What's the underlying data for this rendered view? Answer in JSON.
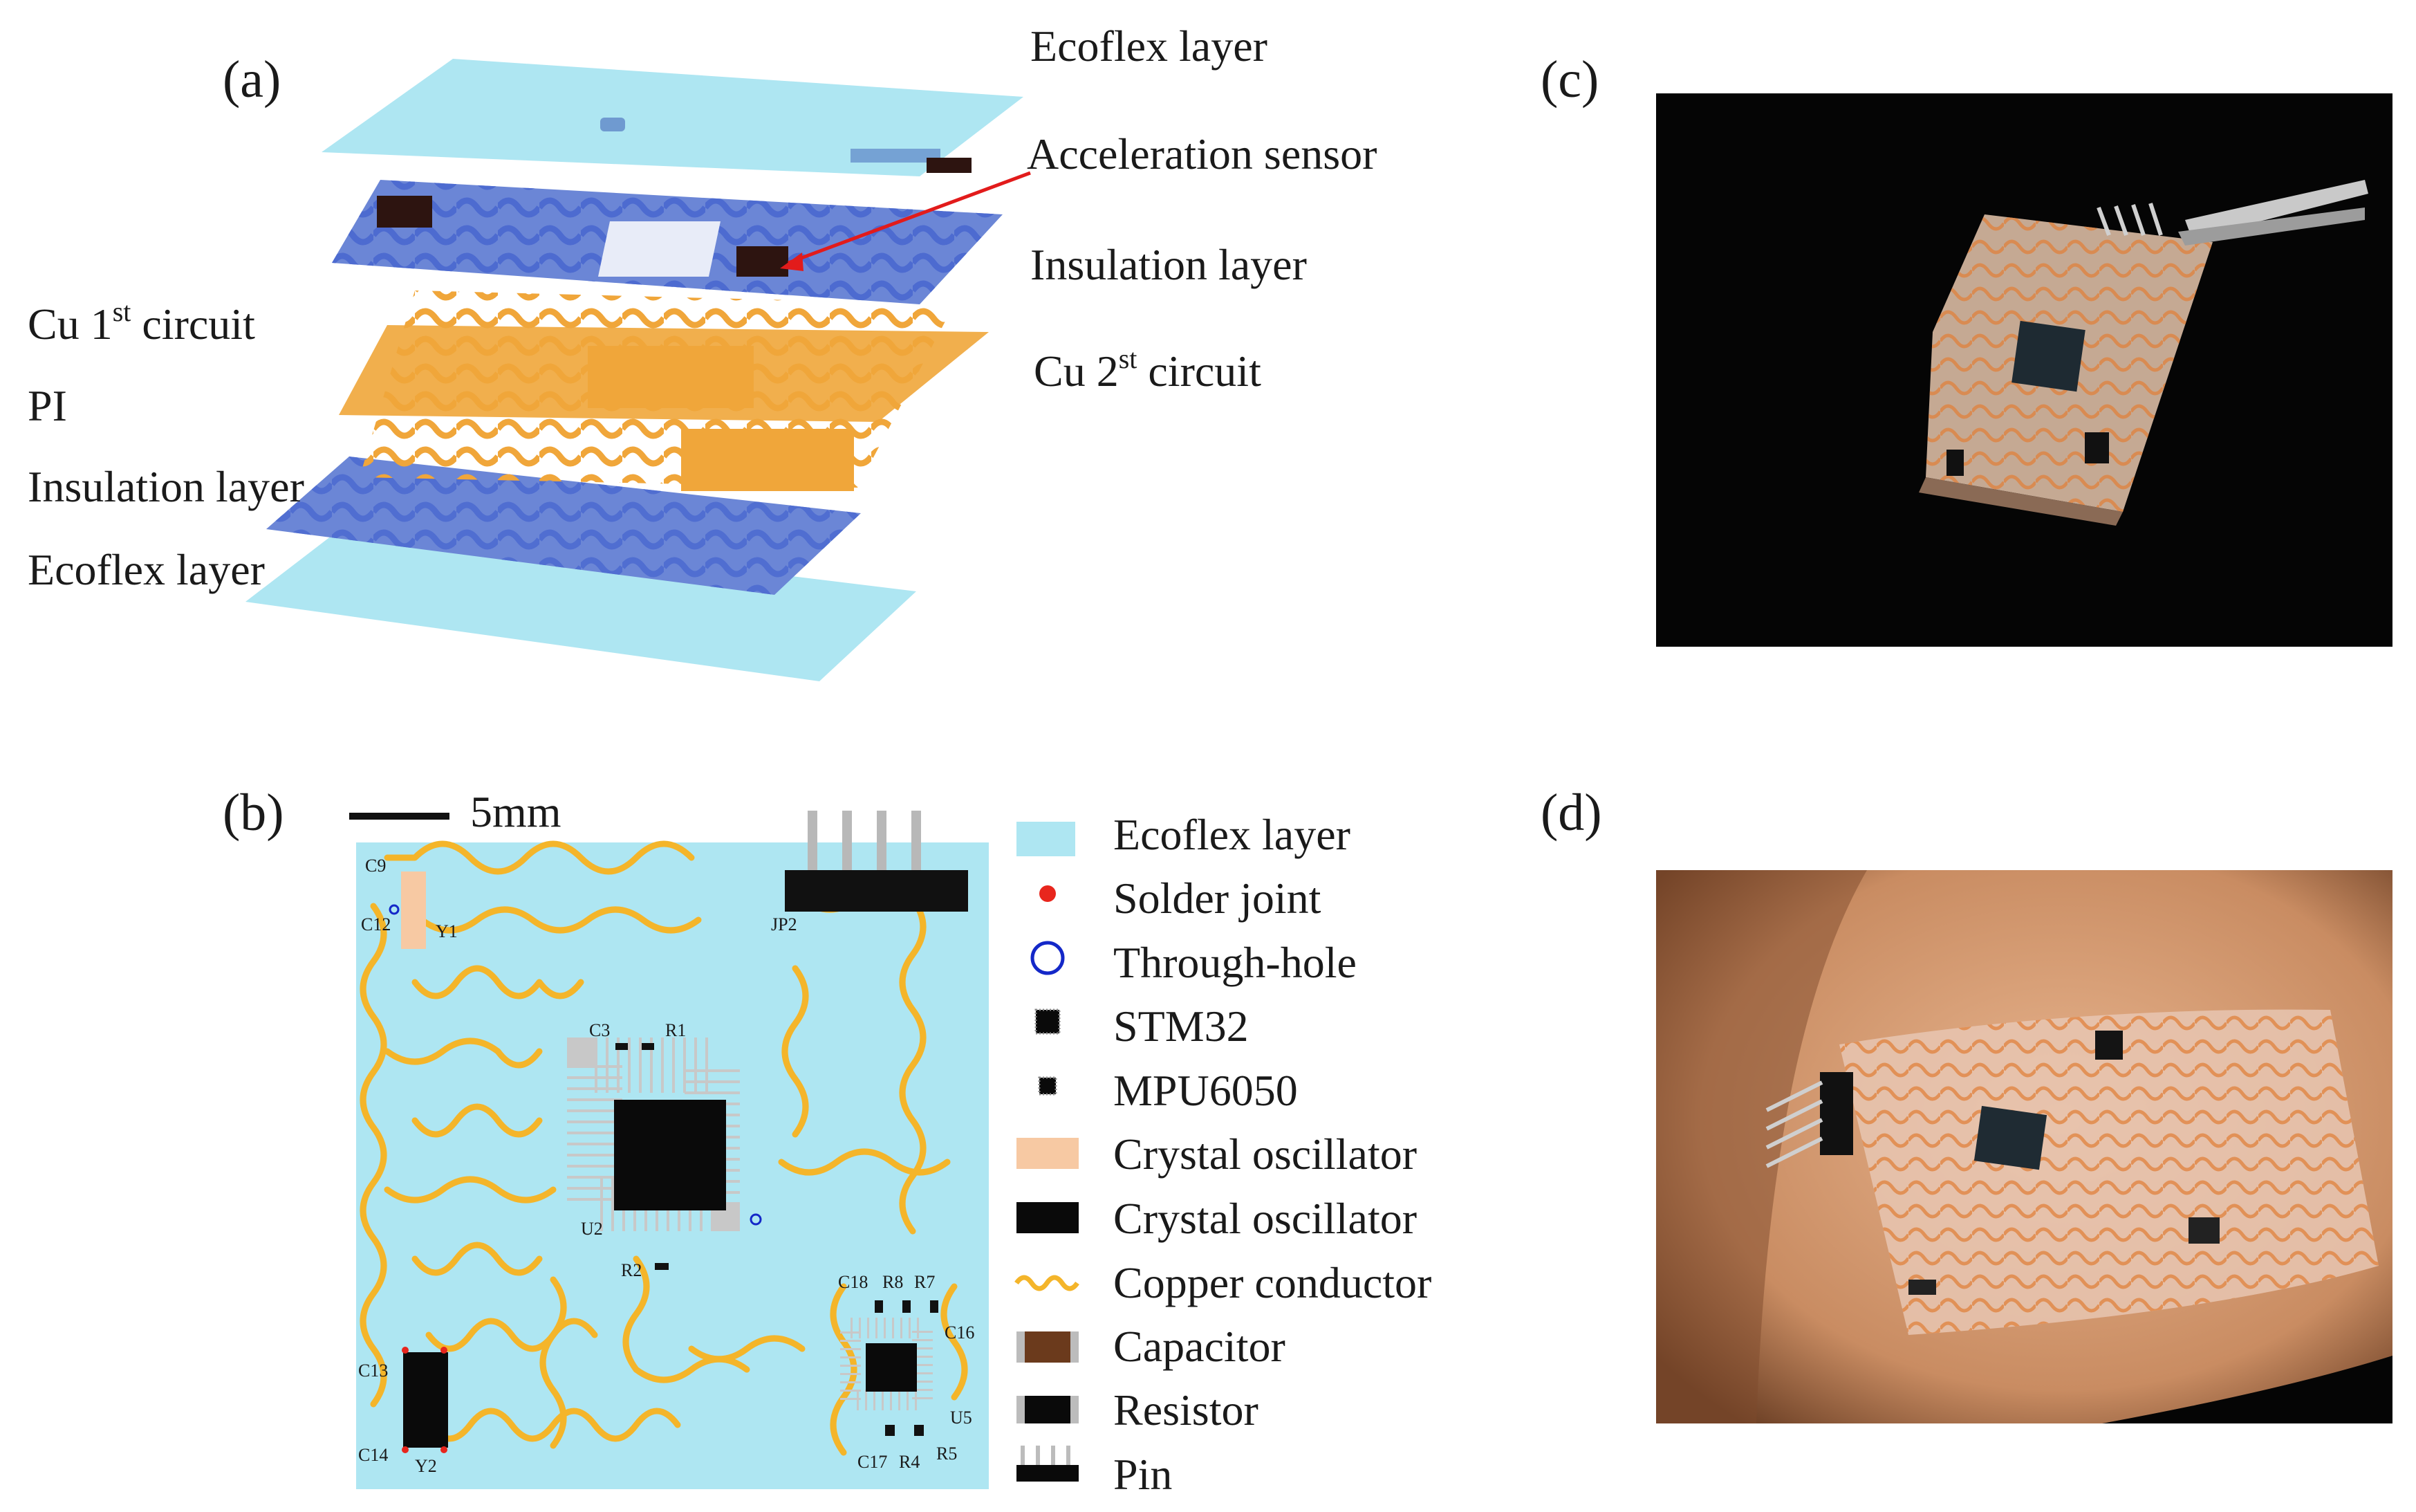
{
  "panels": {
    "a": {
      "label": "(a)",
      "right_labels": [
        "Ecoflex layer",
        "Acceleration sensor",
        "Insulation layer"
      ],
      "cu2_label": {
        "main": "Cu 2",
        "sup": "st",
        "tail": " circuit"
      },
      "cu1_label": {
        "main": "Cu 1",
        "sup": "st",
        "tail": " circuit"
      },
      "left_labels": [
        "PI",
        "Insulation layer",
        "Ecoflex layer"
      ]
    },
    "b": {
      "label": "(b)",
      "scale": "5mm",
      "components": [
        "C9",
        "C12",
        "Y1",
        "JP2",
        "C3",
        "R1",
        "U2",
        "R2",
        "C18",
        "R8",
        "R7",
        "C16",
        "U5",
        "R5",
        "C17",
        "R4",
        "C13",
        "C14",
        "Y2"
      ],
      "legend": [
        {
          "label": "Ecoflex layer",
          "icon": "ecoflex-swatch"
        },
        {
          "label": "Solder joint",
          "icon": "solder-joint-dot"
        },
        {
          "label": "Through-hole",
          "icon": "through-hole-circle"
        },
        {
          "label": "STM32",
          "icon": "stm32-chip"
        },
        {
          "label": "MPU6050",
          "icon": "mpu6050-chip"
        },
        {
          "label": "Crystal oscillator",
          "icon": "crystal-oscillator-peach"
        },
        {
          "label": "Crystal oscillator",
          "icon": "crystal-oscillator-black"
        },
        {
          "label": "Copper conductor",
          "icon": "copper-conductor-wave"
        },
        {
          "label": "Capacitor",
          "icon": "capacitor-block"
        },
        {
          "label": "Resistor",
          "icon": "resistor-block"
        },
        {
          "label": "Pin",
          "icon": "pin-header"
        }
      ]
    },
    "c": {
      "label": "(c)"
    },
    "d": {
      "label": "(d)"
    }
  },
  "colors": {
    "ecoflex": "#aee6f2",
    "insulation": "#6b86d6",
    "copper": "#f0a63a",
    "trace": "#f4b52a",
    "solder": "#e8261d",
    "throughhole": "#1428c8",
    "capacitor": "#6b3a1c",
    "crystal": "#f7c9a3",
    "photo_bg": "#050505"
  }
}
